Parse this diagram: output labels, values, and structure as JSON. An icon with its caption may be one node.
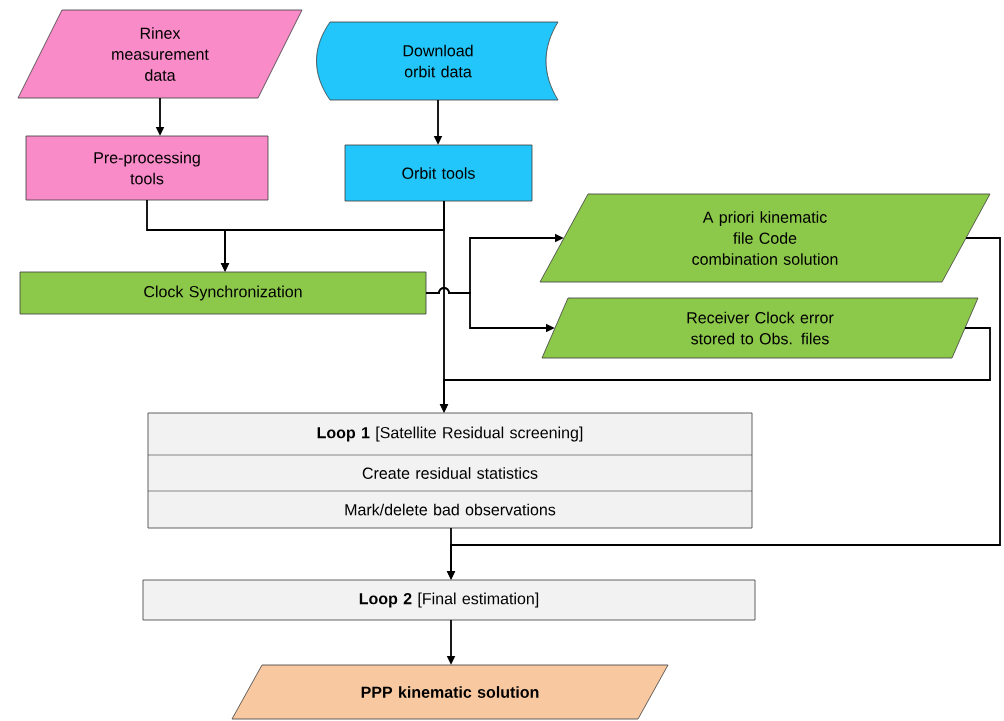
{
  "diagram": {
    "nodes": [
      {
        "text": [
          "Rinex measurement data"
        ]
      },
      {
        "text": [
          "Download orbit data"
        ]
      },
      {
        "text": [
          "Pre-processing tools"
        ]
      },
      {
        "text": [
          "Orbit tools"
        ]
      },
      {
        "text": [
          "Clock Synchronization"
        ]
      },
      {
        "text": [
          "A priori kinematic file Code combination solution"
        ]
      },
      {
        "text": [
          "Receiver Clock error stored to Obs. files"
        ]
      },
      {
        "text": [
          "**Loop 1** [Satellite Residual screening]",
          "Create residual statistics",
          "Mark/delete bad observations"
        ]
      },
      {
        "text": [
          "**Loop 2** [Final estimation]"
        ]
      },
      {
        "text": [
          "PPP kinematic solution"
        ]
      }
    ],
    "edges": [
      {
        "from": 0,
        "to": 2,
        "arrow": "to"
      },
      {
        "from": 1,
        "to": 3,
        "arrow": "to"
      },
      {
        "from": 2,
        "to": 4,
        "arrow": "to"
      },
      {
        "from": 3,
        "to": 4,
        "arrow": "to"
      },
      {
        "from": 3,
        "to": 7,
        "arrow": "to"
      },
      {
        "from": 4,
        "to": 5,
        "arrow": "to"
      },
      {
        "from": 4,
        "to": 6,
        "arrow": "to"
      },
      {
        "from": 6,
        "to": 7,
        "arrow": "to"
      },
      {
        "from": 5,
        "to": 8,
        "arrow": "to"
      },
      {
        "from": 7,
        "to": 8,
        "arrow": "to"
      },
      {
        "from": 8,
        "to": 9,
        "arrow": "to"
      }
    ]
  }
}
